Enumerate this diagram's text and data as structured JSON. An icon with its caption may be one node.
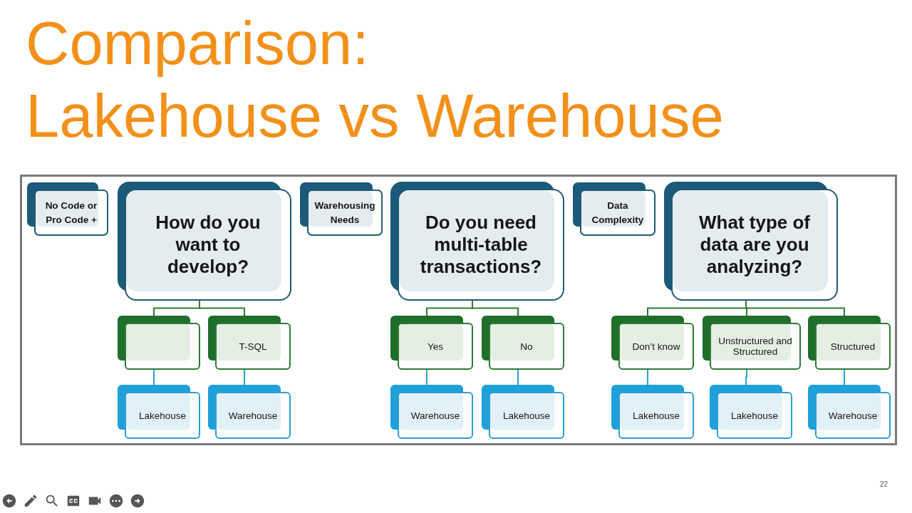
{
  "diagram": {
    "title": "Comparison: Lakehouse vs Warehouse",
    "nodes": [
      {
        "text": [
          "No Code or Pro Code +"
        ]
      },
      {
        "text": [
          "How do you want to develop?"
        ]
      },
      {
        "text": [
          "Warehousing Needs"
        ]
      },
      {
        "text": [
          "Do you need multi-table transactions?"
        ]
      },
      {
        "text": [
          "Data Complexity"
        ]
      },
      {
        "text": [
          "What type of data are you analyzing?"
        ]
      },
      {
        "text": [],
        "shape": "box"
      },
      {
        "text": [
          "T-SQL"
        ]
      },
      {
        "text": [
          "Yes"
        ]
      },
      {
        "text": [
          "No"
        ]
      },
      {
        "text": [
          "Don’t know"
        ]
      },
      {
        "text": [
          "Unstructured and Structured"
        ]
      },
      {
        "text": [
          "Structured"
        ]
      },
      {
        "text": [
          "Lakehouse"
        ]
      },
      {
        "text": [
          "Warehouse"
        ]
      },
      {
        "text": [
          "Warehouse"
        ]
      },
      {
        "text": [
          "Lakehouse"
        ]
      },
      {
        "text": [
          "Lakehouse"
        ]
      },
      {
        "text": [
          "Lakehouse"
        ]
      },
      {
        "text": [
          "Warehouse"
        ]
      }
    ],
    "edges": [
      {
        "from": 1,
        "to": 6,
        "arrow": "none",
        "color": "#2e7d32"
      },
      {
        "from": 1,
        "to": 7,
        "arrow": "none",
        "color": "#2e7d32"
      },
      {
        "from": 3,
        "to": 8,
        "arrow": "none",
        "color": "#2e7d32"
      },
      {
        "from": 3,
        "to": 9,
        "arrow": "none",
        "color": "#2e7d32"
      },
      {
        "from": 5,
        "to": 10,
        "arrow": "none",
        "color": "#2e7d32"
      },
      {
        "from": 5,
        "to": 11,
        "arrow": "none",
        "color": "#2e7d32"
      },
      {
        "from": 5,
        "to": 12,
        "arrow": "none",
        "color": "#2e7d32"
      },
      {
        "from": 6,
        "to": 13,
        "arrow": "none",
        "color": "#2a9fd6"
      },
      {
        "from": 7,
        "to": 14,
        "arrow": "none",
        "color": "#2a9fd6"
      },
      {
        "from": 8,
        "to": 15,
        "arrow": "none",
        "color": "#2a9fd6"
      },
      {
        "from": 9,
        "to": 16,
        "arrow": "none",
        "color": "#2a9fd6"
      },
      {
        "from": 10,
        "to": 17,
        "arrow": "none",
        "color": "#2a9fd6"
      },
      {
        "from": 11,
        "to": 18,
        "arrow": "none",
        "color": "#2a9fd6"
      },
      {
        "from": 12,
        "to": 19,
        "arrow": "none",
        "color": "#2a9fd6"
      }
    ],
    "labels": [
      "22"
    ]
  }
}
